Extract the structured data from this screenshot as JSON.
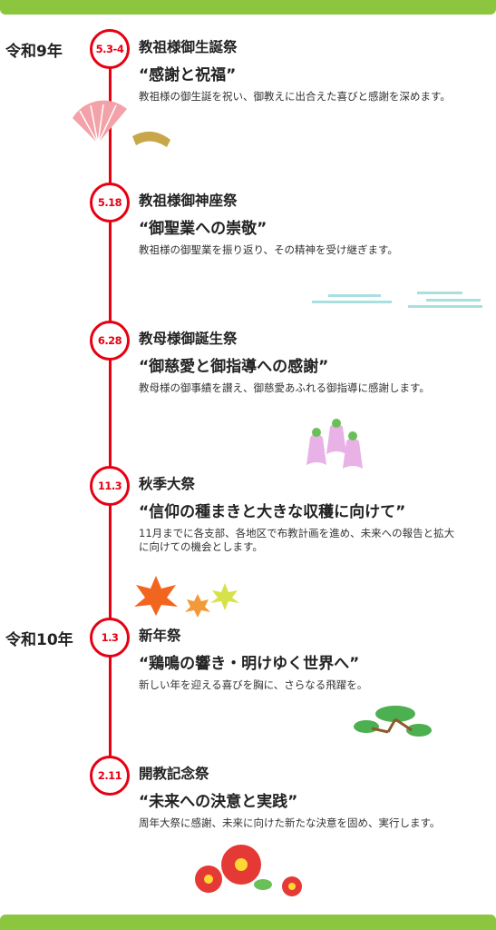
{
  "years": [
    "令和9年",
    "令和10年"
  ],
  "events": [
    {
      "date": "5.3-4",
      "title": "教祖様御生誕祭",
      "subtitle": "“感謝と祝福”",
      "description": "教祖様の御生誕を祝い、御教えに出合えた喜びと感謝を深めます。"
    },
    {
      "date": "5.18",
      "title": "教祖様御神座祭",
      "subtitle": "“御聖業への崇敬”",
      "description": "教祖様の御聖業を振り返り、その精神を受け継ぎます。"
    },
    {
      "date": "6.28",
      "title": "教母様御誕生祭",
      "subtitle": "“御慈愛と御指導への感謝”",
      "description": "教母様の御事績を讃え、御慈愛あふれる御指導に感謝します。"
    },
    {
      "date": "11.3",
      "title": "秋季大祭",
      "subtitle": "“信仰の種まきと大きな収穫に向けて”",
      "description": "11月までに各支部、各地区で布教計画を進め、未来への報告と拡大に向けての機会とします。"
    },
    {
      "date": "1.3",
      "title": "新年祭",
      "subtitle": "“鶏鳴の響き・明けゆく世界へ”",
      "description": "新しい年を迎える喜びを胸に、さらなる飛躍を。"
    },
    {
      "date": "2.11",
      "title": "開教記念祭",
      "subtitle": "“未来への決意と実践”",
      "description": "周年大祭に感謝、未来に向けた新たな決意を固め、実行します。"
    }
  ],
  "colors": {
    "accent": "#e60012",
    "frame": "#8cc63f"
  }
}
